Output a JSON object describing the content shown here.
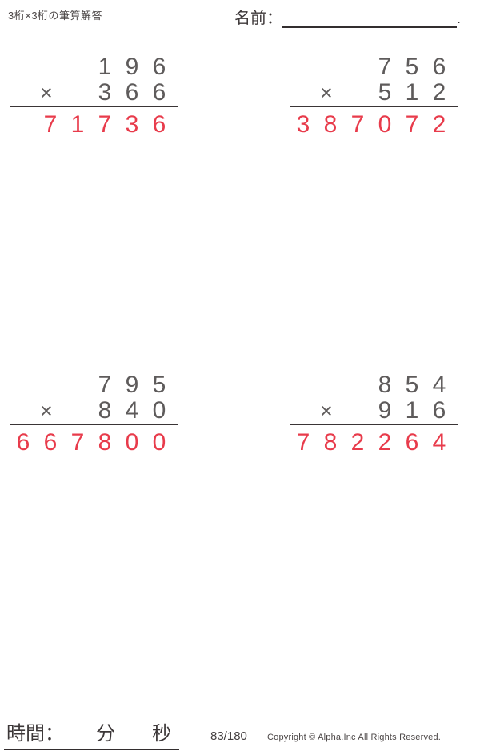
{
  "header": {
    "title": "3桁×3桁の筆算解答",
    "name_label": "名前：",
    "name_period": "."
  },
  "colors": {
    "answer_red": "#e83b4b",
    "digit_gray": "#5e5b5b"
  },
  "problems": [
    {
      "multiplicand": "196",
      "operator": "×",
      "multiplier": "366",
      "product": "71736"
    },
    {
      "multiplicand": "756",
      "operator": "×",
      "multiplier": "512",
      "product": "387072"
    },
    {
      "multiplicand": "795",
      "operator": "×",
      "multiplier": "840",
      "product": "667800"
    },
    {
      "multiplicand": "854",
      "operator": "×",
      "multiplier": "916",
      "product": "782264"
    }
  ],
  "footer": {
    "time_label": "時間：",
    "minutes_label": "分",
    "seconds_label": "秒",
    "page_number": "83/180",
    "copyright": "Copyright © Alpha.Inc All Rights Reserved."
  }
}
